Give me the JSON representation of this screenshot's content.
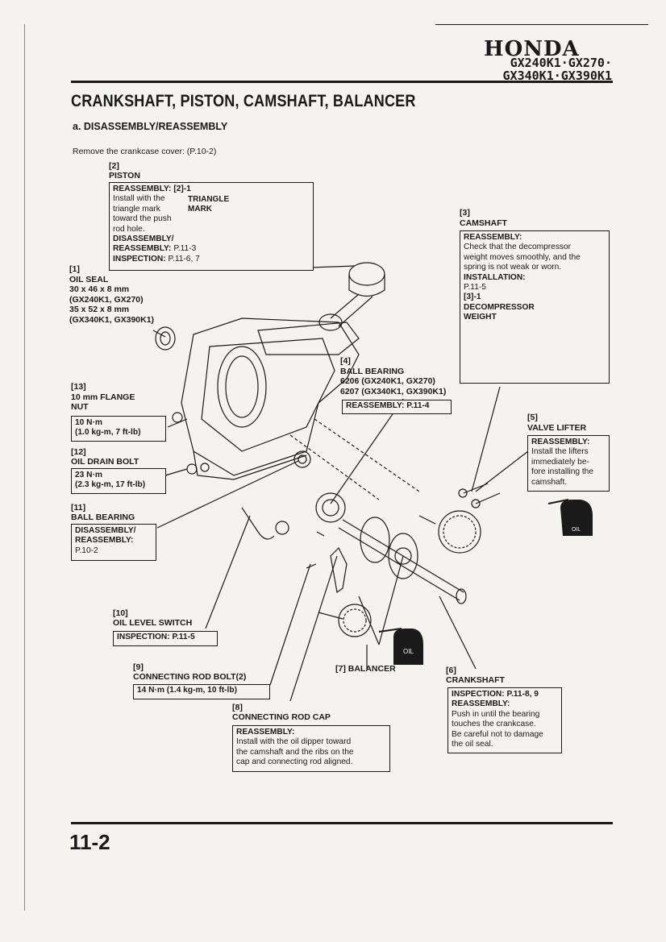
{
  "header": {
    "brand": "HONDA",
    "models_line1": "GX240K1·GX270·",
    "models_line2": "GX340K1·GX390K1"
  },
  "title": "CRANKSHAFT, PISTON, CAMSHAFT, BALANCER",
  "subtitle": "a. DISASSEMBLY/REASSEMBLY",
  "intro": "Remove the crankcase cover: (P.10-2)",
  "callouts": {
    "piston": {
      "num": "[2]",
      "name": "PISTON",
      "r1_head": "REASSEMBLY:",
      "r1_ref": "[2]-1",
      "line1": "Install with the",
      "line2": "triangle mark",
      "line3": "toward the push",
      "line4": "rod hole.",
      "mark_l1": "TRIANGLE",
      "mark_l2": "MARK",
      "dis_head": "DISASSEMBLY/",
      "re_head": "REASSEMBLY:",
      "re_ref": "P.11-3",
      "insp_head": "INSPECTION:",
      "insp_ref": "P.11-6, 7"
    },
    "camshaft": {
      "num": "[3]",
      "name": "CAMSHAFT",
      "head": "REASSEMBLY:",
      "l1": "Check that the decompressor",
      "l2": "weight moves smoothly, and the",
      "l3": "spring is not weak or worn.",
      "inst_head": "INSTALLATION:",
      "inst_ref": "P.11-5",
      "sub_ref": "[3]-1",
      "sub1": "DECOMPRESSOR",
      "sub2": "WEIGHT"
    },
    "oil_seal": {
      "num": "[1]",
      "name": "OIL SEAL",
      "l1": "30 x 46 x 8 mm",
      "l2": "(GX240K1, GX270)",
      "l3": "35 x 52 x 8 mm",
      "l4": "(GX340K1, GX390K1)"
    },
    "ball_bearing4": {
      "num": "[4]",
      "name": "BALL BEARING",
      "l1": "6206 (GX240K1, GX270)",
      "l2": "6207 (GX340K1, GX390K1)",
      "box": "REASSEMBLY: P.11-4"
    },
    "flange_nut": {
      "num": "[13]",
      "name1": "10 mm FLANGE",
      "name2": "NUT",
      "t1": "10 N·m",
      "t2": "(1.0 kg-m, 7 ft-lb)"
    },
    "valve_lifter": {
      "num": "[5]",
      "name": "VALVE LIFTER",
      "head": "REASSEMBLY:",
      "l1": "Install the lifters",
      "l2": "immediately be-",
      "l3": "fore installing the",
      "l4": "camshaft."
    },
    "drain_bolt": {
      "num": "[12]",
      "name": "OIL DRAIN BOLT",
      "t1": "23 N·m",
      "t2": "(2.3 kg-m, 17 ft-lb)"
    },
    "ball_bearing11": {
      "num": "[11]",
      "name": "BALL BEARING",
      "b1": "DISASSEMBLY/",
      "b2": "REASSEMBLY:",
      "b3": "P.10-2"
    },
    "oil_level": {
      "num": "[10]",
      "name": "OIL LEVEL SWITCH",
      "box": "INSPECTION: P.11-5"
    },
    "rod_bolt": {
      "num": "[9]",
      "name": "CONNECTING ROD BOLT(2)",
      "box": "14 N·m (1.4 kg-m, 10 ft-lb)"
    },
    "balancer": {
      "label": "[7] BALANCER"
    },
    "crankshaft": {
      "num": "[6]",
      "name": "CRANKSHAFT",
      "insp": "INSPECTION: P.11-8, 9",
      "head": "REASSEMBLY:",
      "l1": "Push in until the bearing",
      "l2": "touches the crankcase.",
      "l3": "Be careful not to damage",
      "l4": "the oil seal."
    },
    "rod_cap": {
      "num": "[8]",
      "name": "CONNECTING ROD CAP",
      "head": "REASSEMBLY:",
      "l1": "Install with the oil dipper toward",
      "l2": "the camshaft and the ribs on the",
      "l3": "cap and connecting rod aligned."
    }
  },
  "oil_can_label": "OIL",
  "page_number": "11-2"
}
